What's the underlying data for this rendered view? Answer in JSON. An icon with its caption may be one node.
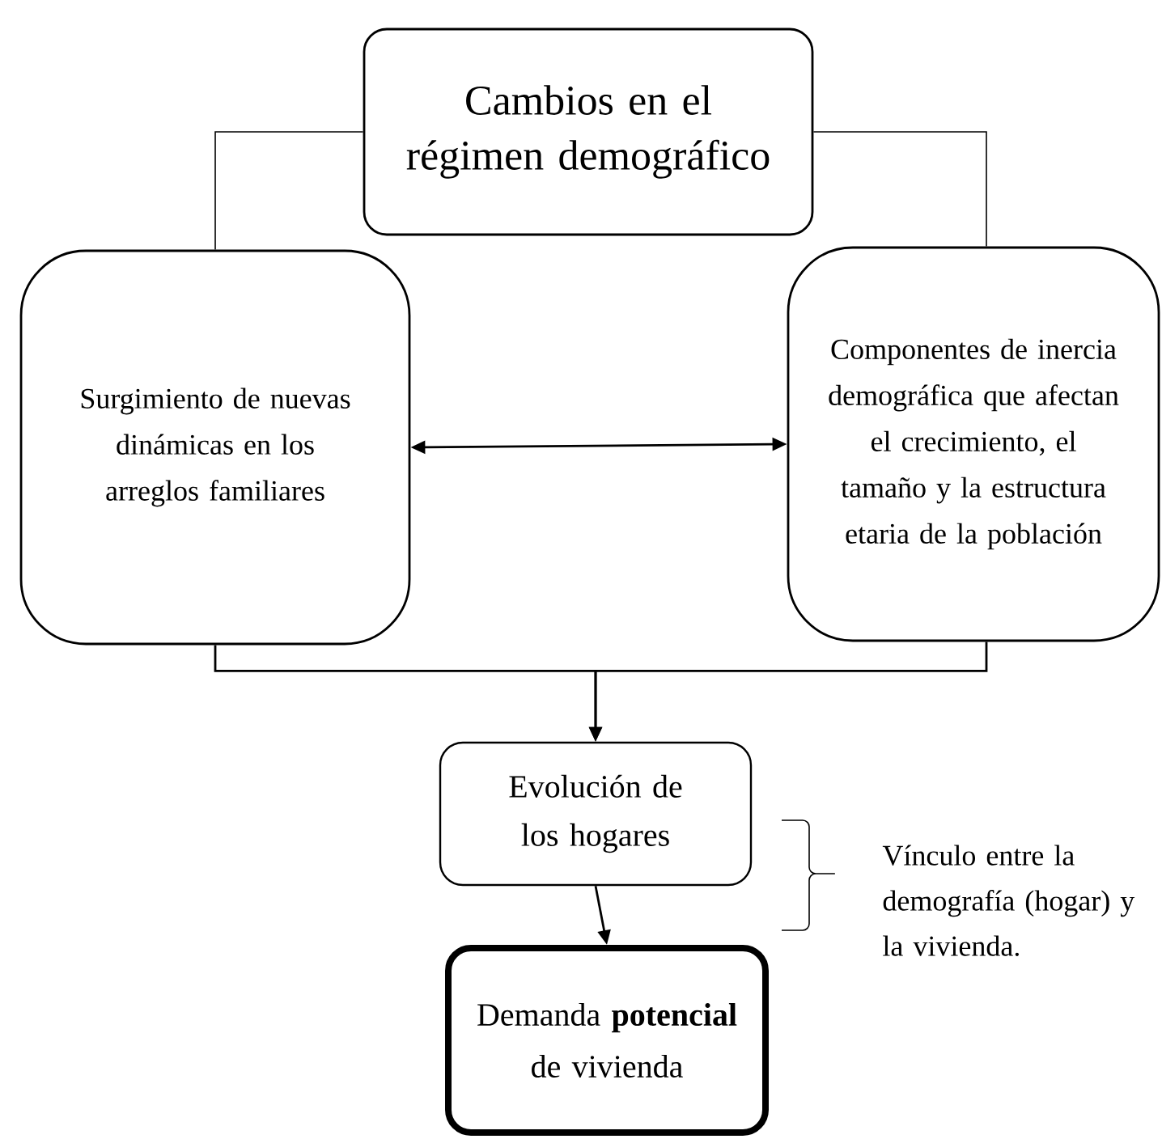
{
  "diagram": {
    "nodes": [
      {
        "text": [
          "Cambios en el régimen demográfico"
        ]
      },
      {
        "text": [
          "Surgimiento de nuevas dinámicas en los arreglos familiares"
        ]
      },
      {
        "text": [
          "Componentes de inercia demográfica que afectan el crecimiento, el tamaño y la estructura etaria de la población"
        ]
      },
      {
        "text": [
          "Evolución de los hogares"
        ]
      },
      {
        "text": [
          "Demanda **potencial** de vivienda"
        ]
      }
    ],
    "edges": [
      {
        "from": 0,
        "to": 1,
        "arrow": "none"
      },
      {
        "from": 0,
        "to": 2,
        "arrow": "none"
      },
      {
        "from": 1,
        "to": 2,
        "arrow": "both"
      },
      {
        "from": 1,
        "to": 3,
        "arrow": "to"
      },
      {
        "from": 2,
        "to": 3,
        "arrow": "to"
      },
      {
        "from": 3,
        "to": 4,
        "arrow": "to"
      }
    ],
    "labels": [
      "Vínculo entre la demografía (hogar) y la vivienda."
    ]
  }
}
